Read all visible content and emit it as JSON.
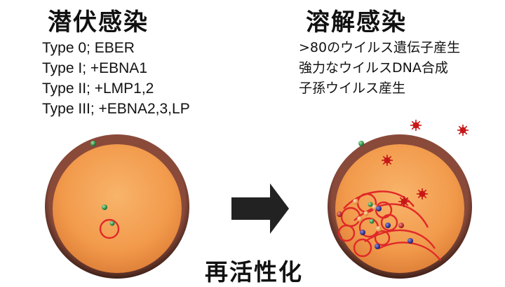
{
  "latent": {
    "heading": "潜伏感染",
    "types": [
      "Type 0; EBER",
      "Type I; +EBNA1",
      "Type II; +LMP1,2",
      "Type III; +EBNA2,3,LP"
    ]
  },
  "lytic": {
    "heading": "溶解感染",
    "features": [
      ">80のウイルス遺伝子産生",
      "強力なウイルスDNA合成",
      "子孫ウイルス産生"
    ]
  },
  "transition": {
    "label": "再活性化"
  },
  "colors": {
    "membrane": "#6b3a30",
    "cytoplasm": "#f3a255",
    "virus": "#d42020",
    "episome": "#e02828",
    "green_protein": "#1e8a3a",
    "blue_protein": "#2a2a8a",
    "orange_protein": "#f5b060",
    "arrow": "#222222"
  }
}
